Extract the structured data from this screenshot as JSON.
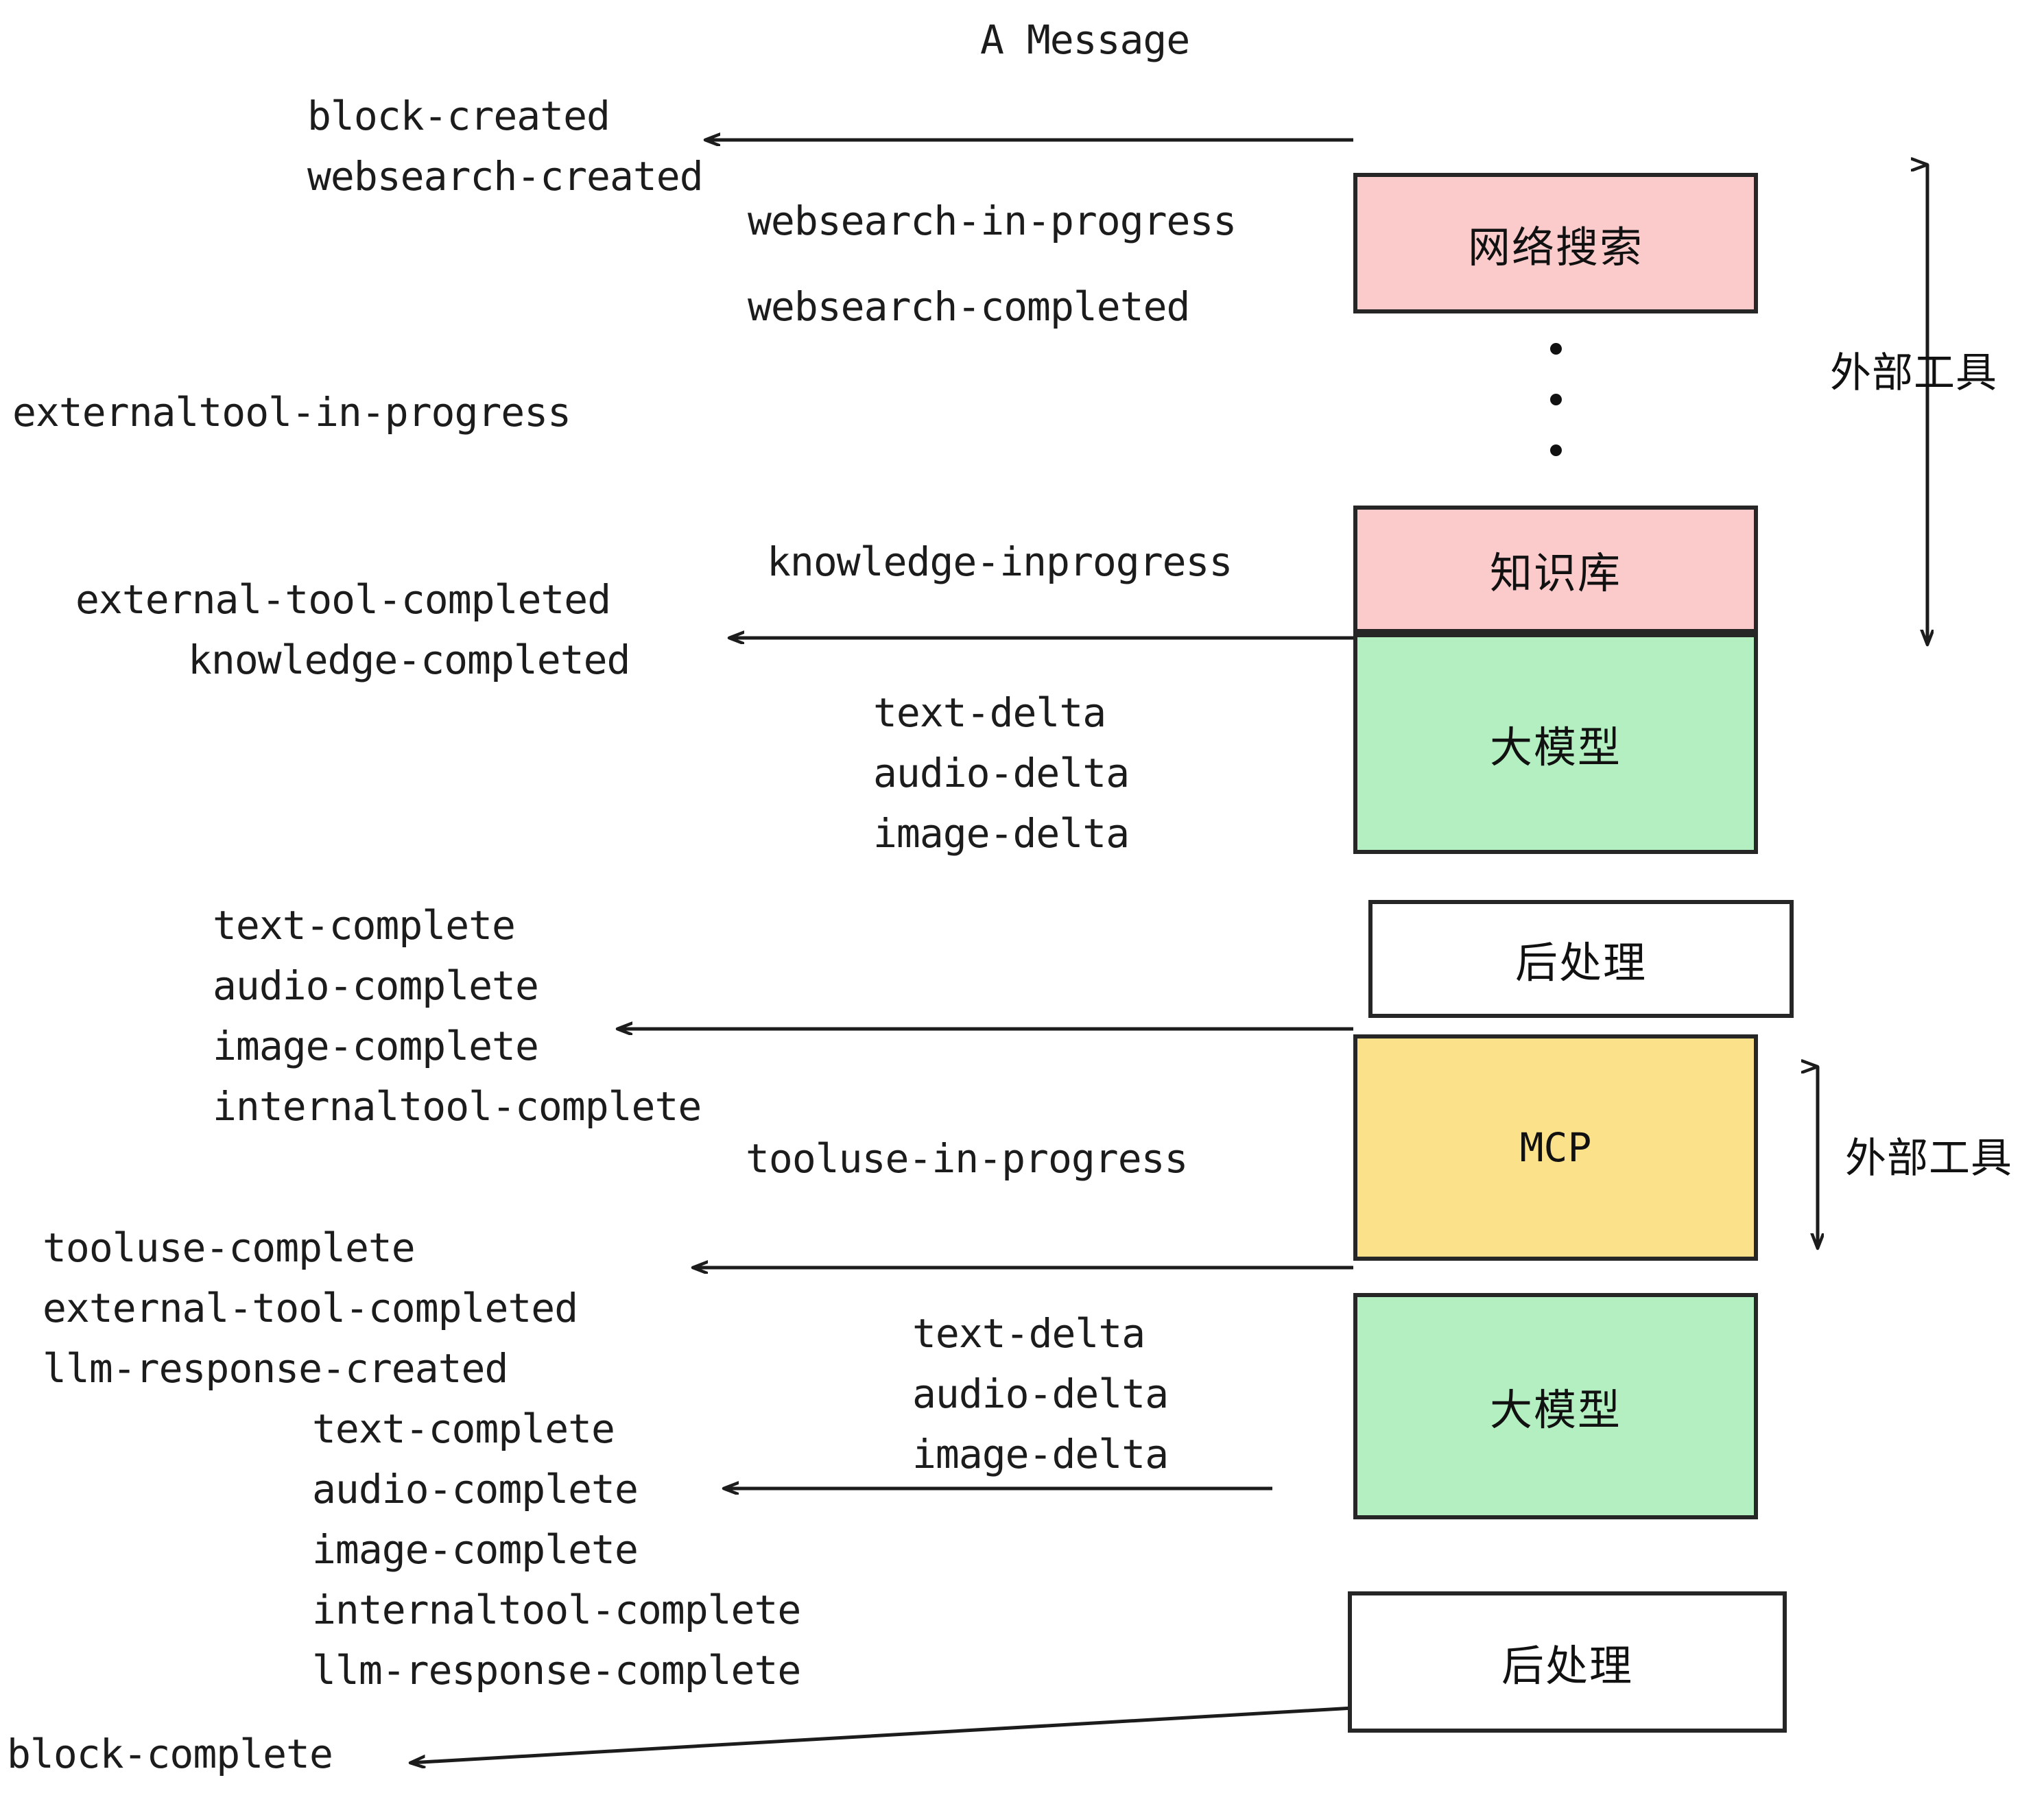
{
  "title": "A Message",
  "colors": {
    "pink": "#FBCBCB",
    "green": "#B3EFC1",
    "yellow": "#FBE28A",
    "white": "#FFFFFF",
    "stroke": "#262626",
    "text": "#1C1C1C",
    "background": "#FFFFFF"
  },
  "nodes": [
    {
      "id": "websearch",
      "label": "网络搜索",
      "fill": "#FBCBCB",
      "mono": false
    },
    {
      "id": "knowledgebase",
      "label": "知识库",
      "fill": "#FBCBCB",
      "mono": false
    },
    {
      "id": "llm-1",
      "label": "大模型",
      "fill": "#B3EFC1",
      "mono": false
    },
    {
      "id": "postprocess-1",
      "label": "后处理",
      "fill": "#FFFFFF",
      "mono": false
    },
    {
      "id": "mcp",
      "label": "MCP",
      "fill": "#FBE28A",
      "mono": true
    },
    {
      "id": "llm-2",
      "label": "大模型",
      "fill": "#B3EFC1",
      "mono": false
    },
    {
      "id": "postprocess-2",
      "label": "后处理",
      "fill": "#FFFFFF",
      "mono": false
    }
  ],
  "side_labels": [
    {
      "id": "external-tools-top",
      "text": "外部工具"
    },
    {
      "id": "external-tools-bottom",
      "text": "外部工具"
    }
  ],
  "events": [
    {
      "id": "block-created",
      "text": "block-created"
    },
    {
      "id": "websearch-created",
      "text": "websearch-created"
    },
    {
      "id": "websearch-in-progress",
      "text": "websearch-in-progress"
    },
    {
      "id": "websearch-completed",
      "text": "websearch-completed"
    },
    {
      "id": "externaltool-in-progress",
      "text": "externaltool-in-progress"
    },
    {
      "id": "knowledge-inprogress",
      "text": "knowledge-inprogress"
    },
    {
      "id": "external-tool-completed-1",
      "text": "external-tool-completed"
    },
    {
      "id": "knowledge-completed",
      "text": "knowledge-completed"
    },
    {
      "id": "text-delta-1",
      "text": "text-delta"
    },
    {
      "id": "audio-delta-1",
      "text": "audio-delta"
    },
    {
      "id": "image-delta-1",
      "text": "image-delta"
    },
    {
      "id": "text-complete-1",
      "text": "text-complete"
    },
    {
      "id": "audio-complete-1",
      "text": "audio-complete"
    },
    {
      "id": "image-complete-1",
      "text": "image-complete"
    },
    {
      "id": "internaltool-complete-1",
      "text": "internaltool-complete"
    },
    {
      "id": "tooluse-in-progress",
      "text": "tooluse-in-progress"
    },
    {
      "id": "tooluse-complete",
      "text": "tooluse-complete"
    },
    {
      "id": "external-tool-completed-2",
      "text": "external-tool-completed"
    },
    {
      "id": "llm-response-created",
      "text": "llm-response-created"
    },
    {
      "id": "text-delta-2",
      "text": "text-delta"
    },
    {
      "id": "audio-delta-2",
      "text": "audio-delta"
    },
    {
      "id": "image-delta-2",
      "text": "image-delta"
    },
    {
      "id": "text-complete-2",
      "text": "text-complete"
    },
    {
      "id": "audio-complete-2",
      "text": "audio-complete"
    },
    {
      "id": "image-complete-2",
      "text": "image-complete"
    },
    {
      "id": "internaltool-complete-2",
      "text": "internaltool-complete"
    },
    {
      "id": "llm-response-complete",
      "text": "llm-response-complete"
    },
    {
      "id": "block-complete",
      "text": "block-complete"
    }
  ]
}
